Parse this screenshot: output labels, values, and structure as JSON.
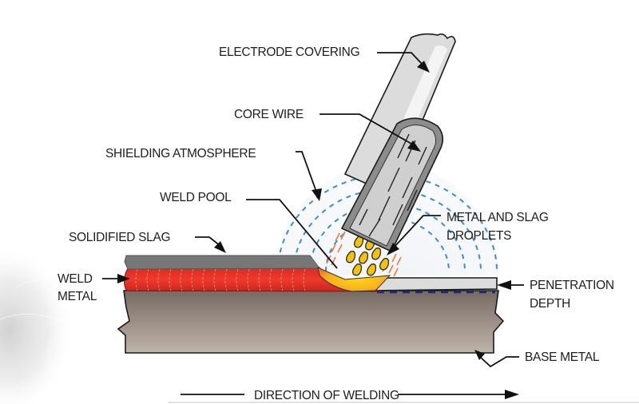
{
  "title": "Shielded Metal Arc Welding Process",
  "labels": {
    "electrode_covering": "ELECTRODE COVERING",
    "core_wire": "CORE WIRE",
    "shielding_atmosphere": "SHIELDING ATMOSPHERE",
    "weld_pool": "WELD POOL",
    "solidified_slag": "SOLIDIFIED SLAG",
    "weld_metal_line1": "WELD",
    "weld_metal_line2": "METAL",
    "metal_slag_droplets_line1": "METAL AND SLAG",
    "metal_slag_droplets_line2": "DROPLETS",
    "penetration_depth_line1": "PENETRATION",
    "penetration_depth_line2": "DEPTH",
    "base_metal": "BASE METAL",
    "direction_of_welding": "DIRECTION OF WELDING"
  },
  "colors": {
    "weld_metal": "#e8322a",
    "weld_pool": "#f5c400",
    "slag": "#7a7a7a",
    "base_metal_top": "#7d716a",
    "base_metal_bottom": "#bdb2a8",
    "shielding": "#3a8fc9",
    "sparks": "#f07a3a",
    "electrode_covering": "#d9d9d9",
    "core_wire": "#8a8a8a",
    "penetration_line": "#1a2a7a"
  }
}
